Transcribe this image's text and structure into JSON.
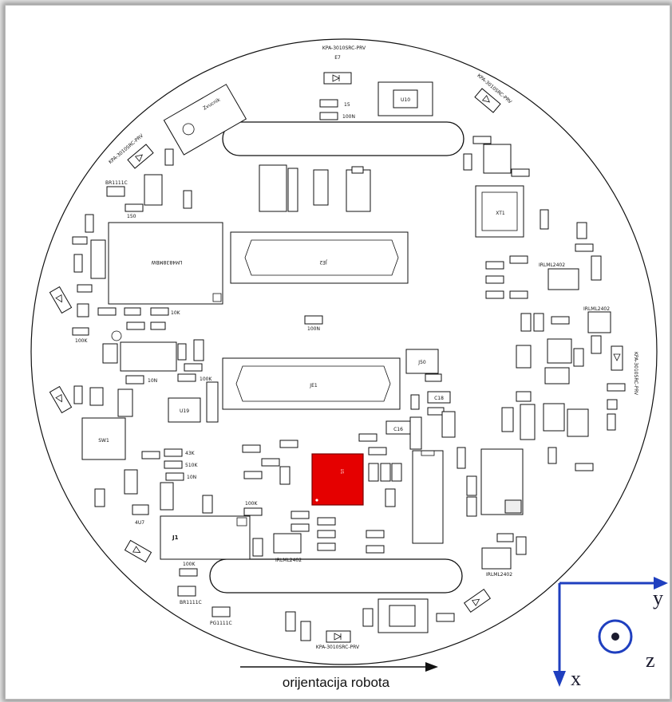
{
  "caption": "orijentacija robota",
  "axes": {
    "x": "x",
    "y": "y",
    "z": "z"
  },
  "labels": {
    "e7_part": "KPA-3010SRC-PRV",
    "e7": "E7",
    "u10": "U10",
    "r47_val": "15",
    "c66_val": "100N",
    "zvucnik": "Zvucnik",
    "e2_part": "KPA-3010SRC-PRV",
    "e1_part": "KPA-3010SRC-PRV",
    "d11_part": "BR1111C",
    "r70_val": "150",
    "u28_part": "LM4838MBW",
    "r86_val": "10K",
    "r87_val": "100K",
    "c34_val": "10N",
    "r25_val": "100K",
    "u19": "U19",
    "sw1": "SW1",
    "r80_val": "43K",
    "r51_val": "510K",
    "c35_val": "10N",
    "c56_val": "4U7",
    "j1": "J1",
    "r65_val": "100K",
    "t11_part": "IRLML2402",
    "r88_val": "100K",
    "d10_part": "BR1111C",
    "d9_part": "PG1111C",
    "je2": "JE2",
    "c41_val": "100N",
    "je1": "JE1",
    "j50": "J50",
    "c18": "C18",
    "c16": "C16",
    "central_chip": "U1",
    "xt1": "XT1",
    "t8_part": "IRLML2402",
    "t9_part": "IRLML2402",
    "e8_part": "KPA-3010SRC-PRV",
    "t2_part": "IRLML2402",
    "d6": "KPA-3010SRC-PRV"
  }
}
